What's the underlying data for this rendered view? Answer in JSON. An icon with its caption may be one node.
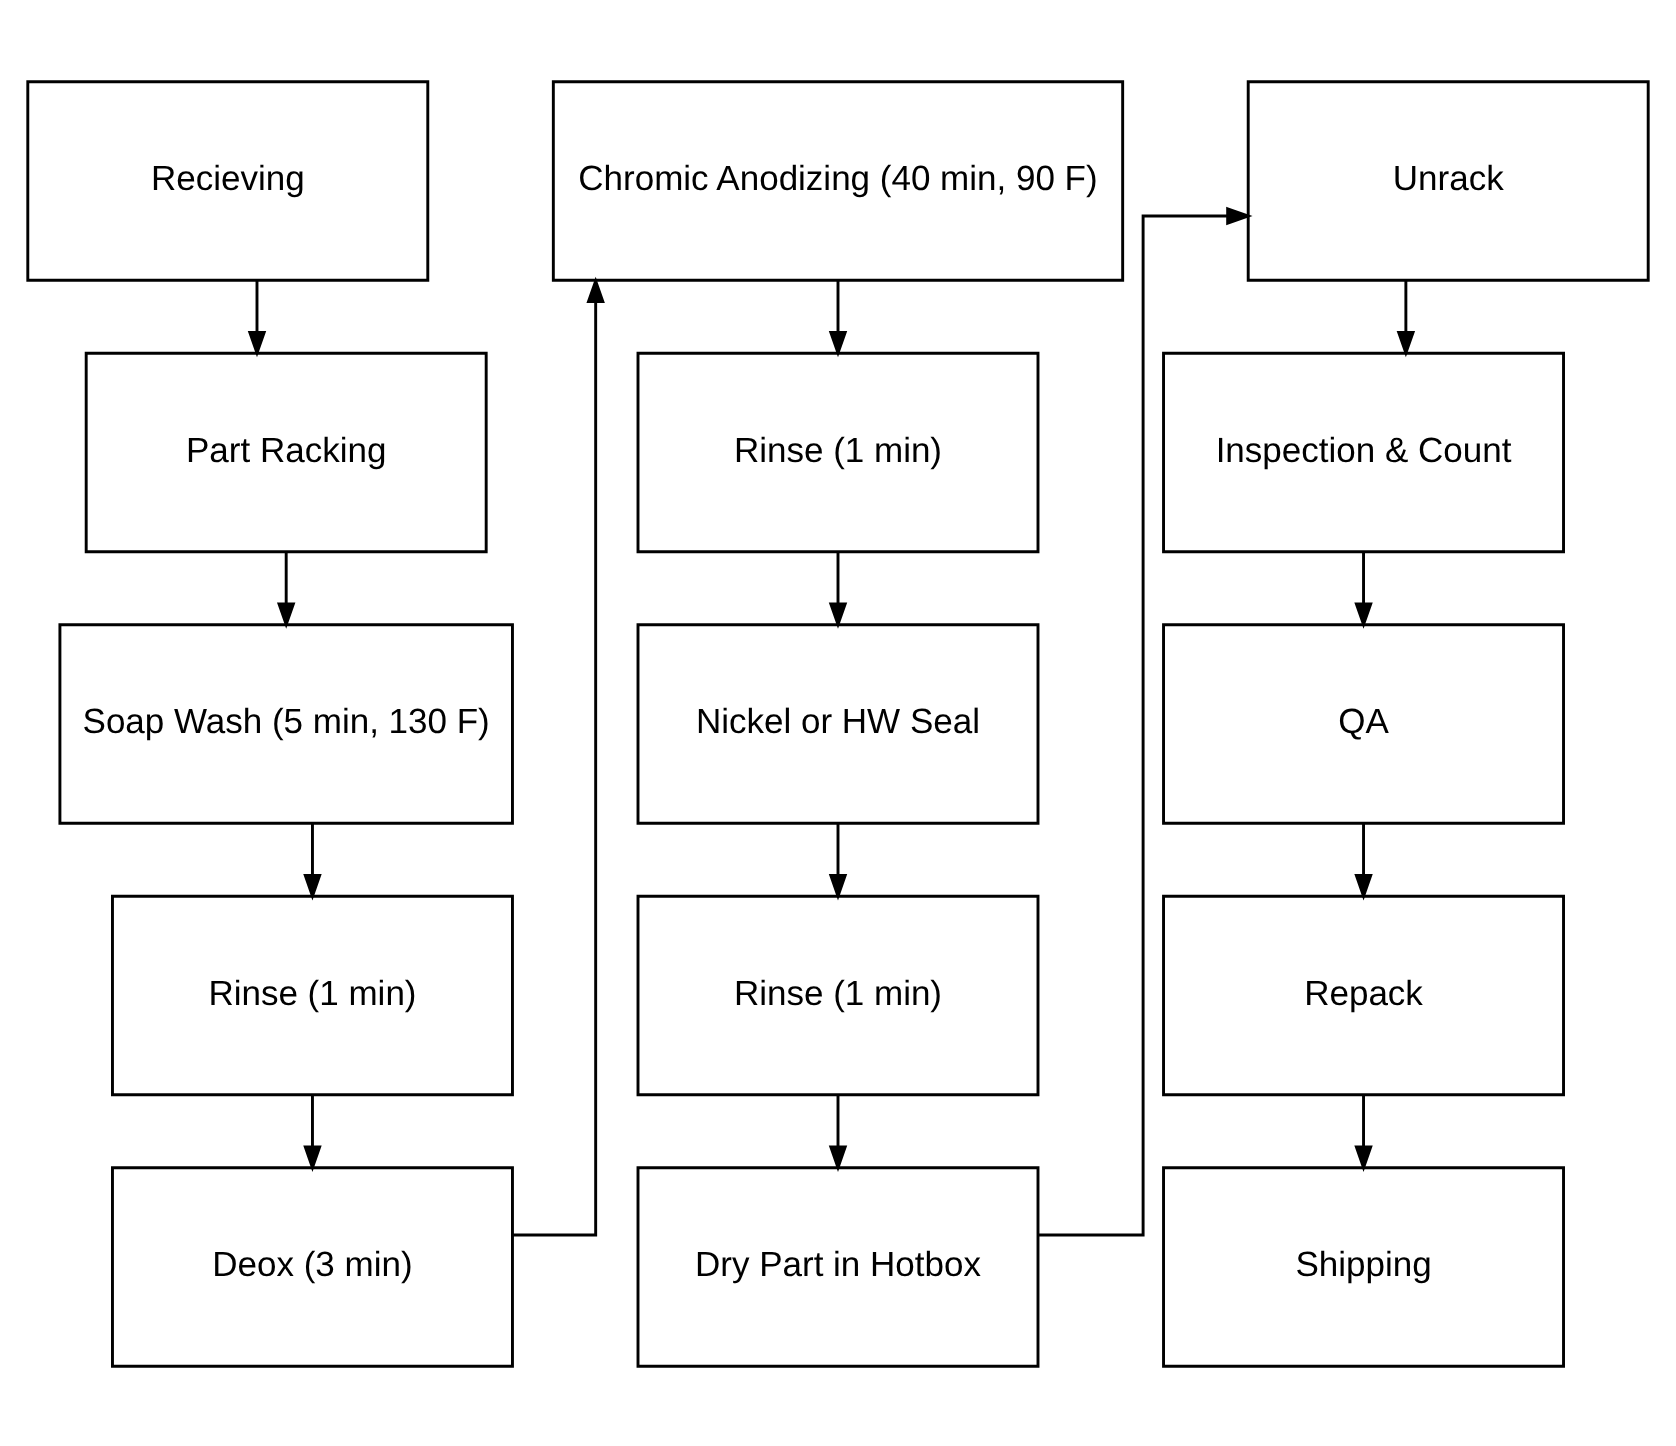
{
  "diagram": {
    "nodes": [
      {
        "text": [
          "Recieving"
        ]
      },
      {
        "text": [
          "Part Racking"
        ]
      },
      {
        "text": [
          "Soap Wash (5 min, 130 F)"
        ]
      },
      {
        "text": [
          "Rinse (1 min)"
        ]
      },
      {
        "text": [
          "Deox (3 min)"
        ]
      },
      {
        "text": [
          "Chromic Anodizing (40 min, 90 F)"
        ]
      },
      {
        "text": [
          "Rinse (1 min)"
        ]
      },
      {
        "text": [
          "Nickel or HW Seal"
        ]
      },
      {
        "text": [
          "Rinse (1 min)"
        ]
      },
      {
        "text": [
          "Dry Part in Hotbox"
        ]
      },
      {
        "text": [
          "Unrack"
        ]
      },
      {
        "text": [
          "Inspection & Count"
        ]
      },
      {
        "text": [
          "QA"
        ]
      },
      {
        "text": [
          "Repack"
        ]
      },
      {
        "text": [
          "Shipping"
        ]
      }
    ],
    "edges": [
      {
        "from": 0,
        "to": 1,
        "arrow": "to"
      },
      {
        "from": 1,
        "to": 2,
        "arrow": "to"
      },
      {
        "from": 2,
        "to": 3,
        "arrow": "to"
      },
      {
        "from": 3,
        "to": 4,
        "arrow": "to"
      },
      {
        "from": 4,
        "to": 5,
        "arrow": "to"
      },
      {
        "from": 5,
        "to": 6,
        "arrow": "to"
      },
      {
        "from": 6,
        "to": 7,
        "arrow": "to"
      },
      {
        "from": 7,
        "to": 8,
        "arrow": "to"
      },
      {
        "from": 8,
        "to": 9,
        "arrow": "to"
      },
      {
        "from": 9,
        "to": 10,
        "arrow": "to"
      },
      {
        "from": 10,
        "to": 11,
        "arrow": "to"
      },
      {
        "from": 11,
        "to": 12,
        "arrow": "to"
      },
      {
        "from": 12,
        "to": 13,
        "arrow": "to"
      },
      {
        "from": 13,
        "to": 14,
        "arrow": "to"
      }
    ]
  }
}
